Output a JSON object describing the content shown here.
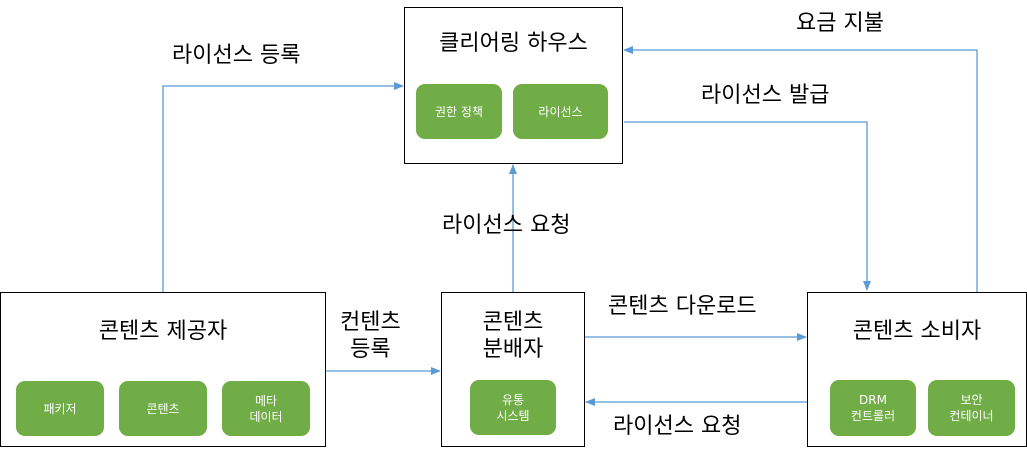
{
  "colors": {
    "connector": "#5b9bd5",
    "chip": "#70ad47",
    "border": "#000000"
  },
  "nodes": {
    "clearing_house": {
      "title": "클리어링 하우스",
      "chips": [
        "권한 정책",
        "라이선스"
      ]
    },
    "provider": {
      "title": "콘텐츠 제공자",
      "chips": [
        "패키저",
        "콘텐츠",
        "메타\n데이터"
      ]
    },
    "distributor": {
      "title": "콘텐츠\n분배자",
      "chips": [
        "유통\n시스템"
      ]
    },
    "consumer": {
      "title": "콘텐츠 소비자",
      "chips": [
        "DRM\n컨트롤러",
        "보안\n컨테이너"
      ]
    }
  },
  "edges": {
    "license_register": "라이선스 등록",
    "payment": "요금 지불",
    "license_issue": "라이선스 발급",
    "license_request_up": "라이선스 요청",
    "content_register": "컨텐츠\n등록",
    "content_download": "콘텐츠 다운로드",
    "license_request_back": "라이선스 요청"
  }
}
